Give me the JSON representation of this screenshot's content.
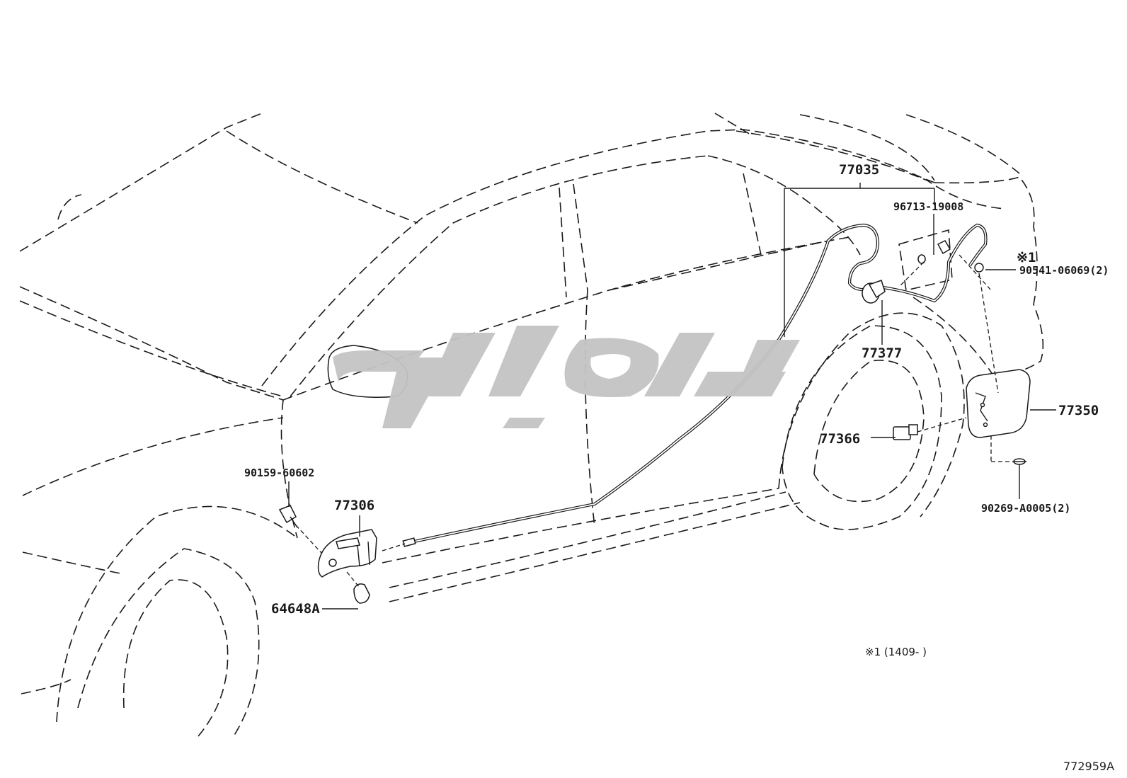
{
  "diagram": {
    "callouts": [
      {
        "id": "77035",
        "text": "77035"
      },
      {
        "id": "96713-19008",
        "text": "96713-19008"
      },
      {
        "id": "note1-marker",
        "text": "※1"
      },
      {
        "id": "90541-06069",
        "text": "90541-06069(2)"
      },
      {
        "id": "77377",
        "text": "77377"
      },
      {
        "id": "77350",
        "text": "77350"
      },
      {
        "id": "77366",
        "text": "77366"
      },
      {
        "id": "90269-A0005",
        "text": "90269-A0005(2)"
      },
      {
        "id": "90159-60602",
        "text": "90159-60602"
      },
      {
        "id": "77306",
        "text": "77306"
      },
      {
        "id": "64648A",
        "text": "64648A"
      }
    ],
    "footnote": "※1 (1409-      )",
    "figure_code": "772959A",
    "watermark": "logo"
  }
}
